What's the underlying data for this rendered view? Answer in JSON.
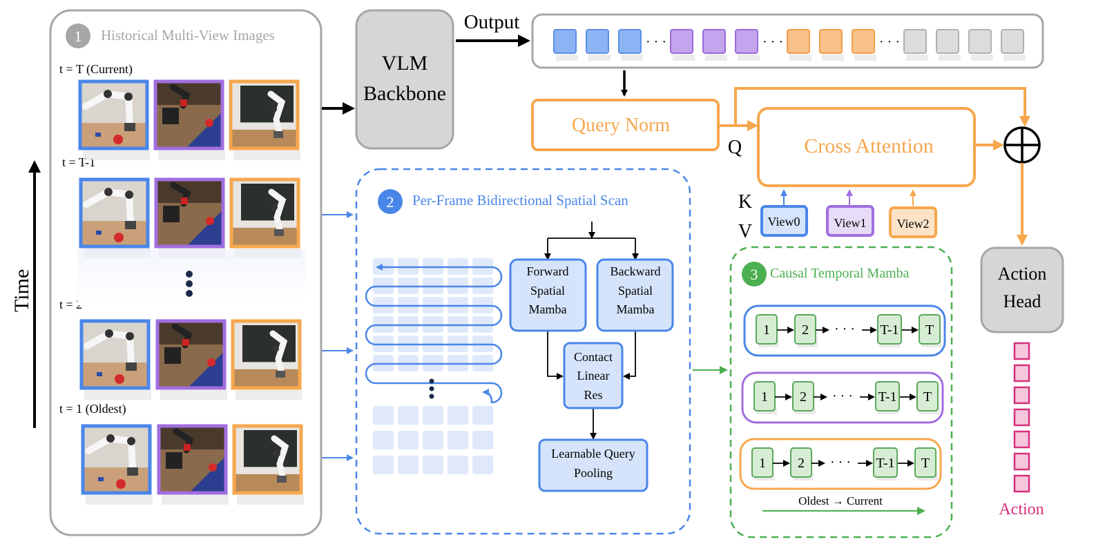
{
  "panel1": {
    "number": "1",
    "title": "Historical Multi-View Images",
    "time_label": "Time",
    "rows": [
      {
        "label": "t = T (Current)"
      },
      {
        "label": "t = T-1"
      },
      {
        "label": "t = 2"
      },
      {
        "label": "t = 1 (Oldest)"
      }
    ]
  },
  "vlm": {
    "line1": "VLM",
    "line2": "Backbone"
  },
  "output_label": "Output",
  "tokens": {
    "groups": [
      {
        "color": "#8cb4f5",
        "border": "#5b8fe6",
        "count": 3
      },
      {
        "color": "#c3a5ef",
        "border": "#9a6ad8",
        "count": 3
      },
      {
        "color": "#f8c189",
        "border": "#f29e4c",
        "count": 3
      },
      {
        "color": "#dcdcdc",
        "border": "#b0b0b0",
        "count": 4
      }
    ],
    "ellipsis": "· · ·"
  },
  "query_norm": "Query Norm",
  "cross_attention": "Cross Attention",
  "q_label": "Q",
  "k_label": "K",
  "v_label": "V",
  "views": [
    "View0",
    "View1",
    "View2"
  ],
  "action_head": {
    "line1": "Action",
    "line2": "Head"
  },
  "action_label": "Action",
  "panel2": {
    "number": "2",
    "title": "Per-Frame Bidirectional Spatial Scan",
    "forward": [
      "Forward",
      "Spatial",
      "Mamba"
    ],
    "backward": [
      "Backward",
      "Spatial",
      "Mamba"
    ],
    "contact": [
      "Contact",
      "Linear",
      "Res"
    ],
    "pooling": [
      "Learnable Query",
      "Pooling"
    ]
  },
  "panel3": {
    "number": "3",
    "title": "Causal Temporal Mamba",
    "chain": [
      "1",
      "2",
      "T-1",
      "T"
    ],
    "dots": "· · ·",
    "footer": "Oldest → Current"
  },
  "colors": {
    "blue": "#4a86e8",
    "purple": "#a16ee0",
    "orange": "#f6a74e",
    "green": "#4caf50",
    "gray": "#a6a6a6",
    "pink": "#d6307a"
  }
}
